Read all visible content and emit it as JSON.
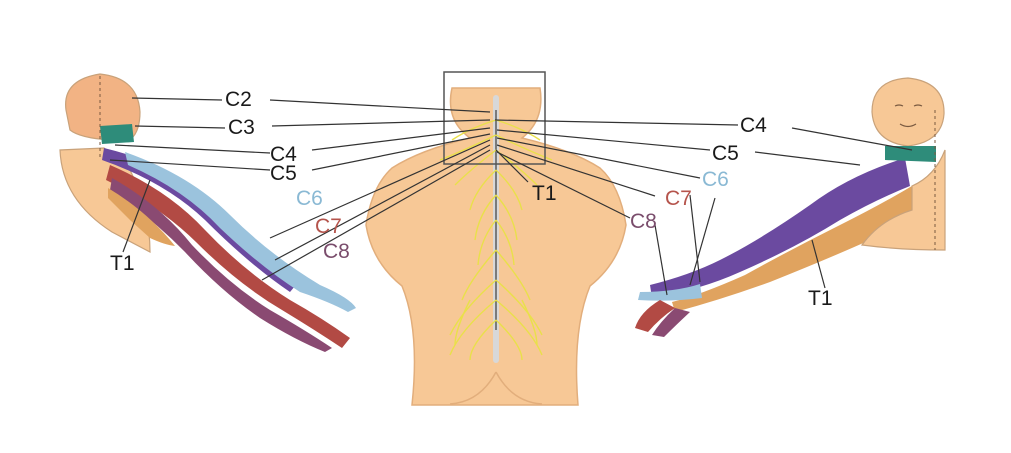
{
  "colors": {
    "skin": "#f7c896",
    "skin_dark": "#eeb478",
    "outline": "#c9a27a",
    "nerve": "#e9e04a",
    "C2": "#f2b384",
    "C3": "#2e8c7a",
    "C4": "#2e8c7a",
    "C5": "#6b4aa0",
    "C6": "#9bc3dd",
    "C7": "#b24a44",
    "C8": "#8a4a72",
    "T1": "#e0a35f",
    "label_dark": "#1a1a1a",
    "label_C6": "#8ab9d4",
    "label_C7": "#b5544c",
    "label_C8": "#7a4d6c"
  },
  "labels_left": {
    "C2": "C2",
    "C3": "C3",
    "C4": "C4",
    "C5": "C5",
    "C6": "C6",
    "C7": "C7",
    "C8": "C8",
    "T1": "T1"
  },
  "labels_right": {
    "C4": "C4",
    "C5": "C5",
    "C6": "C6",
    "C7": "C7",
    "C8": "C8",
    "T1": "T1"
  },
  "label_center": {
    "T1": "T1"
  }
}
